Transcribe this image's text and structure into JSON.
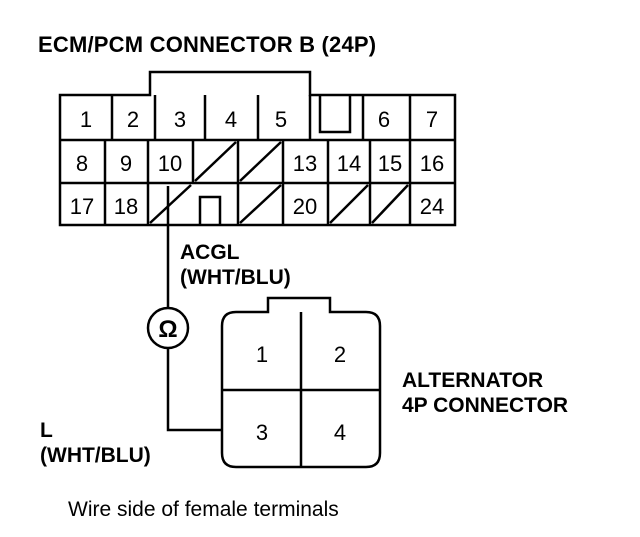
{
  "title": "ECM/PCM CONNECTOR B (24P)",
  "ecm": {
    "row1": [
      "1",
      "2",
      "3",
      "4",
      "5",
      "6",
      "7"
    ],
    "row2": [
      "8",
      "9",
      "10",
      "13",
      "14",
      "15",
      "16"
    ],
    "row3": [
      "17",
      "18",
      "20",
      "24"
    ]
  },
  "acgl_label": {
    "name": "ACGL",
    "color": "(WHT/BLU)"
  },
  "l_label": {
    "name": "L",
    "color": "(WHT/BLU)"
  },
  "alternator": {
    "label_line1": "ALTERNATOR",
    "label_line2": "4P CONNECTOR",
    "terminals": [
      "1",
      "2",
      "3",
      "4"
    ]
  },
  "ohm_symbol": "Ω",
  "caption": "Wire side of female terminals"
}
